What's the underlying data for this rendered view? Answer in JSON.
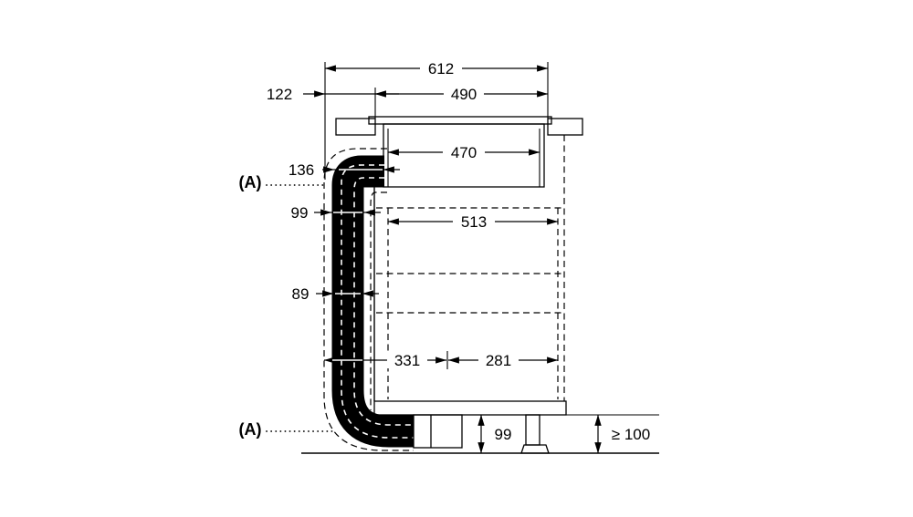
{
  "colors": {
    "line": "#000000",
    "background": "#ffffff"
  },
  "dimensions": {
    "total_width": "612",
    "left_offset": "122",
    "cutout_width": "490",
    "hob_inner_width": "470",
    "duct_top_depth": "136",
    "duct_upper_width": "99",
    "cabinet_inner_width": "513",
    "duct_mid_width": "89",
    "plinth_left_span": "331",
    "plinth_right_span": "281",
    "plinth_duct_height": "99",
    "plinth_min_clearance": "≥ 100"
  },
  "section_markers": {
    "upper": "(A)",
    "lower": "(A)"
  }
}
